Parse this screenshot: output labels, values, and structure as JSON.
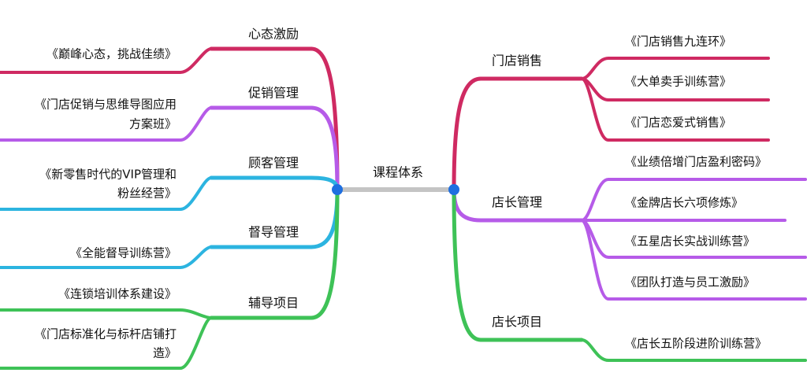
{
  "colors": {
    "root": "#c4c4c4",
    "node_dot": "#1f6fe0",
    "crimson": "#cf2a62",
    "purple": "#b65be8",
    "cyan": "#2cb4e0",
    "green": "#3ec257"
  },
  "root": {
    "label": "课程体系"
  },
  "left_branches": [
    {
      "label": "心态激励",
      "color": "crimson",
      "leaves": [
        {
          "lines": [
            "《巅峰心态，挑战佳绩》"
          ]
        }
      ]
    },
    {
      "label": "促销管理",
      "color": "purple",
      "leaves": [
        {
          "lines": [
            "《门店促销与思维导图应用",
            "方案班》"
          ]
        }
      ]
    },
    {
      "label": "顾客管理",
      "color": "cyan",
      "leaves": [
        {
          "lines": [
            "《新零售时代的VIP管理和",
            "粉丝经营》"
          ]
        }
      ]
    },
    {
      "label": "督导管理",
      "color": "cyan",
      "leaves": [
        {
          "lines": [
            "《全能督导训练营》"
          ]
        }
      ]
    },
    {
      "label": "辅导项目",
      "color": "green",
      "leaves": [
        {
          "lines": [
            "《连锁培训体系建设》"
          ]
        },
        {
          "lines": [
            "《门店标准化与标杆店铺打",
            "造》"
          ]
        }
      ]
    }
  ],
  "right_branches": [
    {
      "label": "门店销售",
      "color": "crimson",
      "leaves": [
        {
          "lines": [
            "《门店销售九连环》"
          ]
        },
        {
          "lines": [
            "《大单卖手训练营》"
          ]
        },
        {
          "lines": [
            "《门店恋爱式销售》"
          ]
        }
      ]
    },
    {
      "label": "店长管理",
      "color": "purple",
      "leaves": [
        {
          "lines": [
            "《业绩倍增门店盈利密码》"
          ]
        },
        {
          "lines": [
            "《金牌店长六项修炼》"
          ]
        },
        {
          "lines": [
            "《五星店长实战训练营》"
          ]
        },
        {
          "lines": [
            "《团队打造与员工激励》"
          ]
        }
      ]
    },
    {
      "label": "店长项目",
      "color": "green",
      "leaves": [
        {
          "lines": [
            "《店长五阶段进阶训练营》"
          ]
        }
      ]
    }
  ]
}
